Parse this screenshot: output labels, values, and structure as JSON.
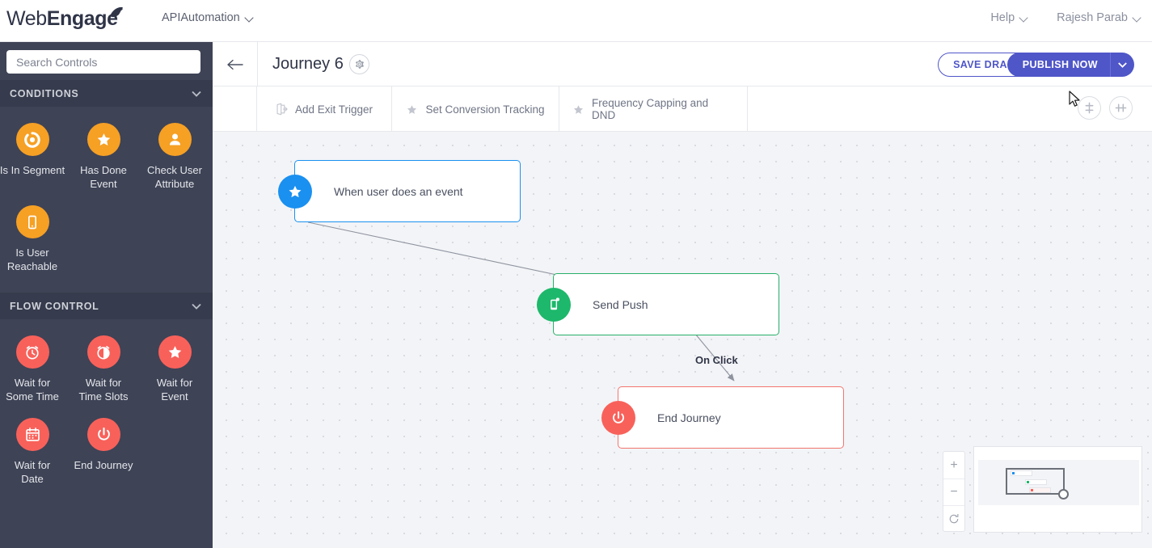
{
  "topbar": {
    "logo_web": "Web",
    "logo_engage": "ngage",
    "account": "APIAutomation",
    "help": "Help",
    "user": "Rajesh Parab"
  },
  "sidebar": {
    "search_placeholder": "Search Controls",
    "sections": [
      {
        "title": "CONDITIONS",
        "items": [
          {
            "label": "Is In Segment",
            "icon": "segment-icon",
            "color": "#f6a024"
          },
          {
            "label": "Has Done\nEvent",
            "icon": "star-icon",
            "color": "#f6a024"
          },
          {
            "label": "Check User\nAttribute",
            "icon": "user-icon",
            "color": "#f6a024"
          },
          {
            "label": "Is User\nReachable",
            "icon": "mobile-icon",
            "color": "#f6a024"
          }
        ]
      },
      {
        "title": "FLOW CONTROL",
        "items": [
          {
            "label": "Wait for\nSome Time",
            "icon": "alarm-clock-icon",
            "color": "#f8615a"
          },
          {
            "label": "Wait for\nTime Slots",
            "icon": "time-slot-icon",
            "color": "#f8615a"
          },
          {
            "label": "Wait for\nEvent",
            "icon": "star-icon",
            "color": "#f8615a"
          },
          {
            "label": "Wait for\nDate",
            "icon": "calendar-icon",
            "color": "#f8615a"
          },
          {
            "label": "End Journey",
            "icon": "power-icon",
            "color": "#f8615a"
          }
        ]
      }
    ]
  },
  "journey_header": {
    "title": "Journey 6",
    "save_draft": "SAVE DRAFT",
    "publish_now": "PUBLISH NOW"
  },
  "toolbar": {
    "items": [
      {
        "label": "Add Exit Trigger",
        "icon": "exit-trigger-icon"
      },
      {
        "label": "Set Conversion Tracking",
        "icon": "star-icon"
      },
      {
        "label": "Frequency Capping and DND",
        "icon": "star-icon"
      }
    ]
  },
  "canvas": {
    "nodes": [
      {
        "name": "trigger-node",
        "label": "When user does an event",
        "icon": "star-icon",
        "accent": "#1a90f0"
      },
      {
        "name": "send-push-node",
        "label": "Send Push",
        "icon": "push-mobile-icon",
        "accent": "#27b06a"
      },
      {
        "name": "end-journey-node",
        "label": "End Journey",
        "icon": "power-icon",
        "accent": "#f2756f"
      }
    ],
    "edge_labels": [
      "On Click"
    ]
  },
  "zoom_controls": {
    "zoom_in": "+",
    "zoom_out": "−",
    "reset": "reset-icon"
  },
  "colors": {
    "sidebar_bg": "#3e4356",
    "section_bg": "#363b4d",
    "accent_indigo": "#4f56c8",
    "orange": "#f6a024",
    "red": "#f8615a",
    "blue": "#1a90f0",
    "green": "#1db86b",
    "canvas_bg": "#f3f4f7"
  }
}
